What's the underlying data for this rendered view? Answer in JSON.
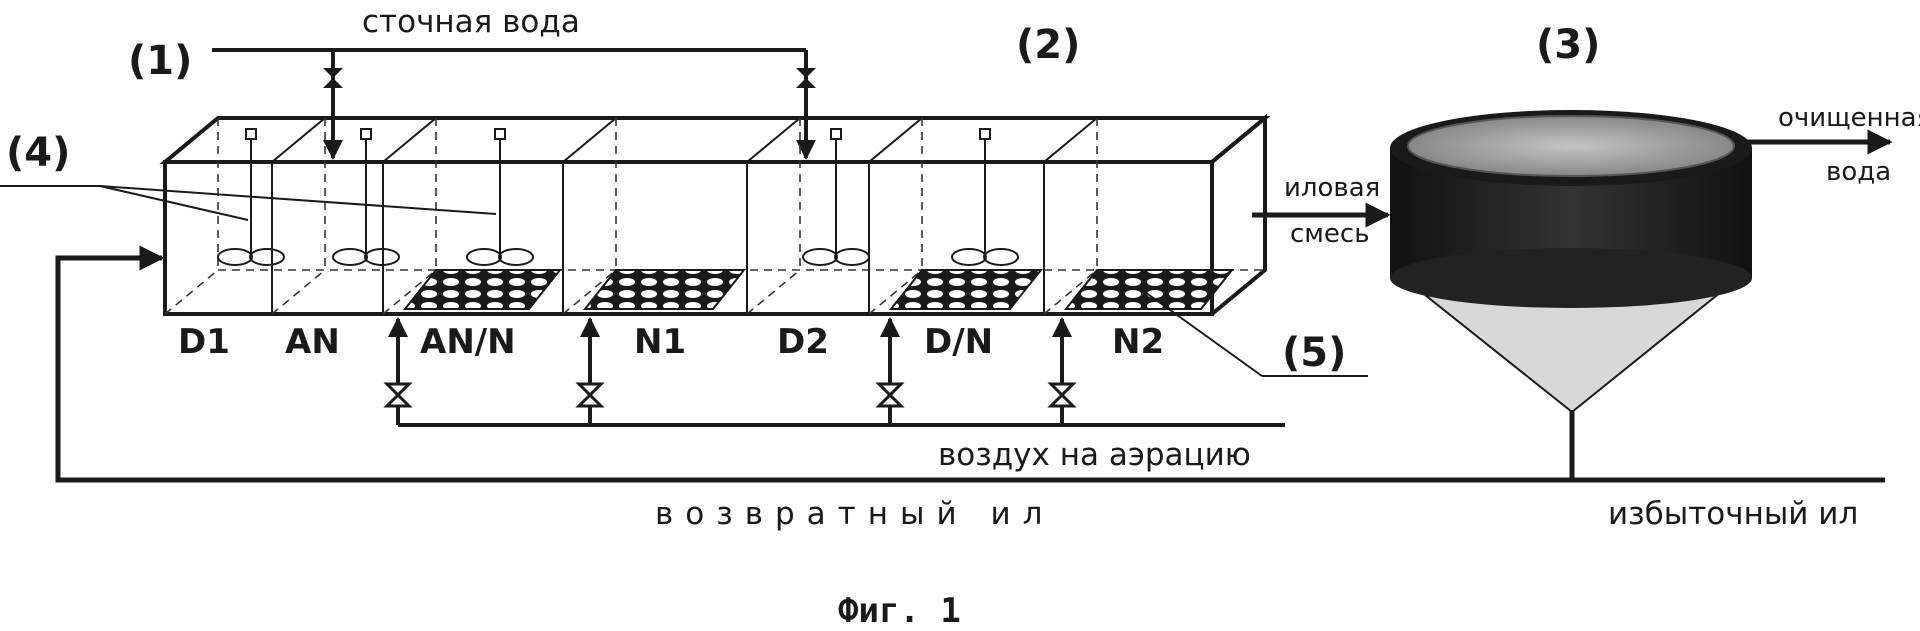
{
  "labels": {
    "wastewater": "сточная вода",
    "ref1": "(1)",
    "ref2": "(2)",
    "ref3": "(3)",
    "ref4": "(4)",
    "ref5": "(5)",
    "purified_line1": "очищенная",
    "purified_line2": "вода",
    "mixture_line1": "иловая",
    "mixture_line2": "смесь",
    "aeration_air": "воздух на аэрацию",
    "return_sludge": "возвратный ил",
    "excess_sludge": "избыточный ил",
    "caption": "Фиг. 1"
  },
  "zones": [
    "D1",
    "AN",
    "AN/N",
    "N1",
    "D2",
    "D/N",
    "N2"
  ],
  "colors": {
    "line": "#1a1a1a",
    "clarifier_body": "#222222",
    "clarifier_top": "#9a9a9a",
    "cone_fill": "#d8d8d8"
  }
}
